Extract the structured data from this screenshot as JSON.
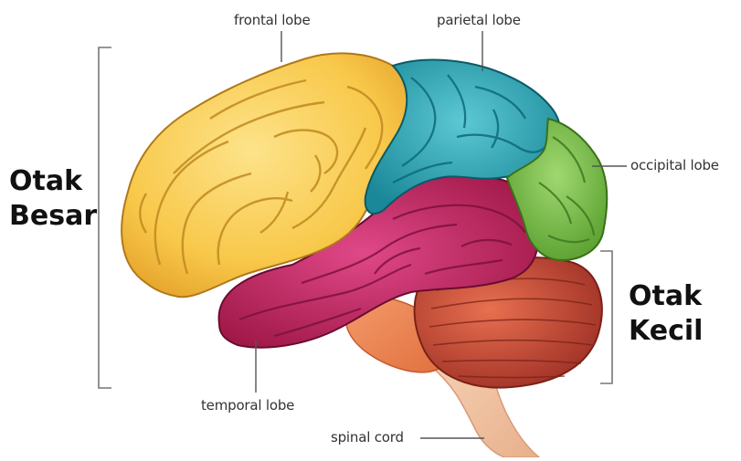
{
  "labels": {
    "frontal": "frontal lobe",
    "parietal": "parietal lobe",
    "occipital": "occipital lobe",
    "temporal": "temporal lobe",
    "spinal": "spinal cord"
  },
  "groups": {
    "cerebrum": {
      "line1": "Otak",
      "line2": "Besar"
    },
    "cerebellum": {
      "line1": "Otak",
      "line2": "Kecil"
    }
  },
  "colors": {
    "frontal": "#f8c84a",
    "parietal": "#2aa8b8",
    "occipital": "#7cc04a",
    "temporal": "#c0245c",
    "cerebellum": "#c84a3a",
    "brainstem": "#f08a5a",
    "spinal_cord": "#f4c8a8",
    "line": "#555555"
  }
}
